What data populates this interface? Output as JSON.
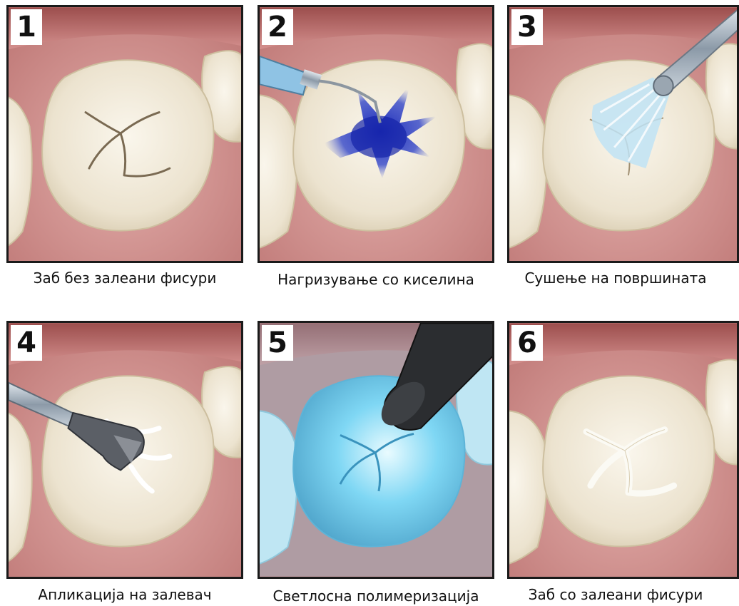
{
  "steps": [
    {
      "number": "1",
      "caption": "Заб без залеани фисури"
    },
    {
      "number": "2",
      "caption": "Нагризување со киселина"
    },
    {
      "number": "3",
      "caption": "Сушење на површината"
    },
    {
      "number": "4",
      "caption": "Апликација на залевач"
    },
    {
      "number": "5",
      "caption": "Светлосна полимеризација"
    },
    {
      "number": "6",
      "caption": "Заб со залеани фисури"
    }
  ],
  "colors": {
    "gum": "#d89c9a",
    "gum_dark": "#b86d6c",
    "tooth": "#f1ead9",
    "etch_acid": "#1f2fb0",
    "air_spray": "#bfe3f4",
    "curing_light": "#63c8ee",
    "sealant": "#fbfaf4",
    "frame": "#1a1a1a"
  }
}
